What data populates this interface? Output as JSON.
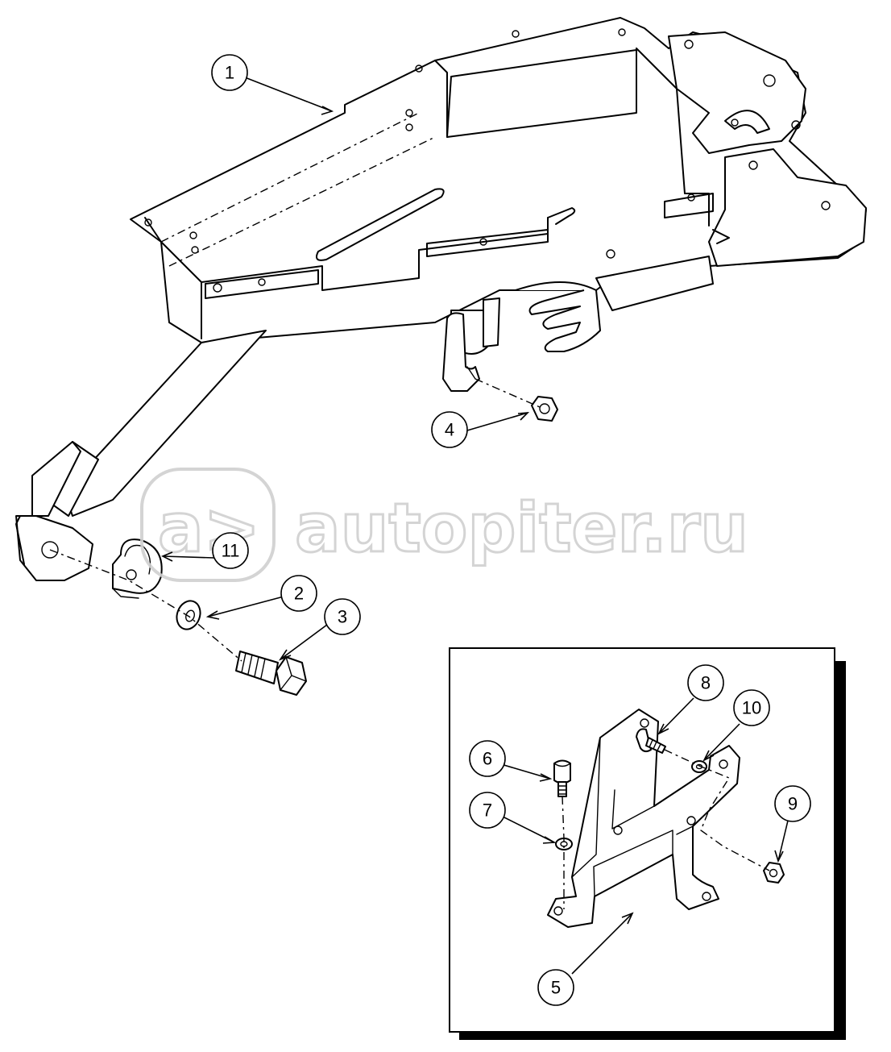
{
  "watermark": {
    "text": "autopiter.ru",
    "logo_glyph": "a>"
  },
  "callouts": [
    {
      "id": "1",
      "label": "1"
    },
    {
      "id": "2",
      "label": "2"
    },
    {
      "id": "3",
      "label": "3"
    },
    {
      "id": "4",
      "label": "4"
    },
    {
      "id": "5",
      "label": "5"
    },
    {
      "id": "6",
      "label": "6"
    },
    {
      "id": "7",
      "label": "7"
    },
    {
      "id": "8",
      "label": "8"
    },
    {
      "id": "9",
      "label": "9"
    },
    {
      "id": "10",
      "label": "10"
    },
    {
      "id": "11",
      "label": "11"
    }
  ],
  "colors": {
    "line": "#000000",
    "background": "#ffffff",
    "watermark": "#d0d0d0"
  }
}
